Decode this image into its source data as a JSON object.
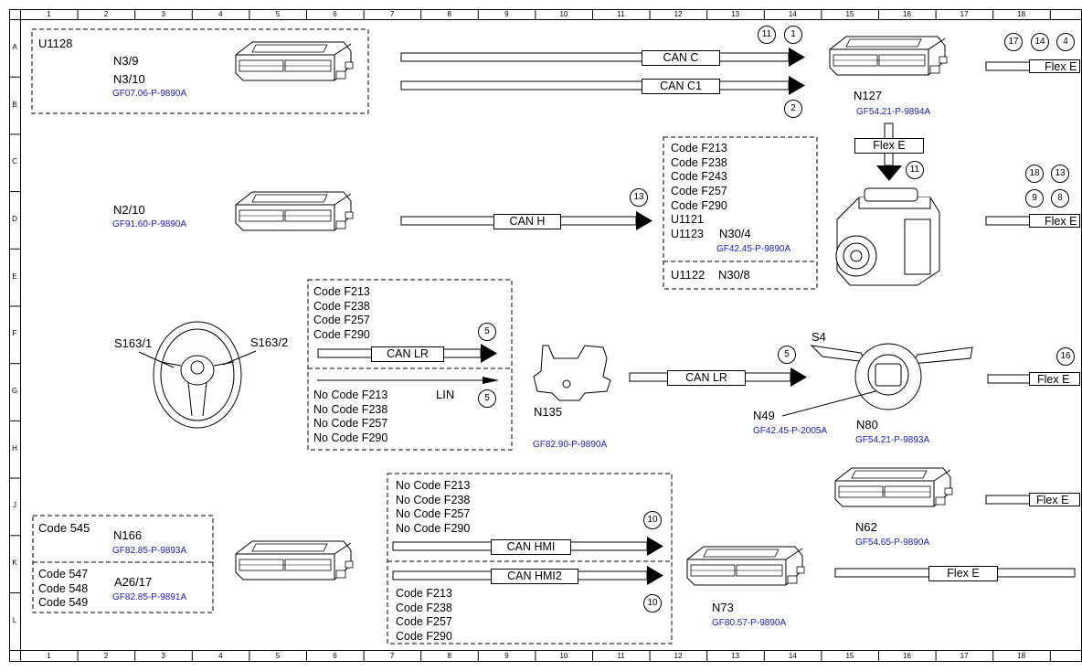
{
  "grid": {
    "columns": [
      "1",
      "2",
      "3",
      "4",
      "5",
      "6",
      "7",
      "8",
      "9",
      "10",
      "11",
      "12",
      "13",
      "14",
      "15",
      "16",
      "17",
      "18"
    ],
    "rows": [
      "A",
      "B",
      "C",
      "D",
      "E",
      "F",
      "G",
      "H",
      "J",
      "K",
      "L"
    ]
  },
  "blocks": {
    "u1128": {
      "title": "U1128",
      "label1": "N3/9",
      "label2": "N3/10",
      "ref": "GF07.06-P-9890A"
    },
    "n2_10": {
      "label": "N2/10",
      "ref": "GF91.60-P-9890A"
    },
    "n30": {
      "codes": [
        "Code F213",
        "Code F238",
        "Code F243",
        "Code F257",
        "Code F290",
        "U1121",
        "U1123"
      ],
      "label": "N30/4",
      "ref": "GF42.45-P-9890A",
      "bottom_code": "U1122",
      "bottom_label": "N30/8"
    },
    "n127": {
      "label": "N127",
      "ref": "GF54.21-P-9894A"
    },
    "steering": {
      "left": "S163/1",
      "right": "S163/2"
    },
    "can_lr_box": {
      "codes_top": [
        "Code F213",
        "Code F238",
        "Code F257",
        "Code F290"
      ],
      "codes_bottom": [
        "No Code F213",
        "No Code F238",
        "No Code F257",
        "No Code F290"
      ],
      "lin": "LIN"
    },
    "n135": {
      "label": "N135",
      "ref": "GF82.90-P-9890A"
    },
    "s4": {
      "label": "S4",
      "n49": "N49",
      "n49_ref": "GF42.45-P-2005A",
      "n80": "N80",
      "n80_ref": "GF54.21-P-9893A"
    },
    "n62": {
      "label": "N62",
      "ref": "GF54.65-P-9890A"
    },
    "n166": {
      "code": "Code 545",
      "label": "N166",
      "ref": "GF82.85-P-9893A"
    },
    "a26": {
      "codes": [
        "Code 547",
        "Code 548",
        "Code 549"
      ],
      "label": "A26/17",
      "ref": "GF82.85-P-9891A"
    },
    "hmi": {
      "codes_top": [
        "No Code F213",
        "No Code F238",
        "No Code F257",
        "No Code F290"
      ],
      "codes_bottom": [
        "Code F213",
        "Code F238",
        "Code F257",
        "Code F290"
      ]
    },
    "n73": {
      "label": "N73",
      "ref": "GF80.57-P-9890A"
    }
  },
  "buses": {
    "can_c": "CAN C",
    "can_c1": "CAN C1",
    "can_h": "CAN H",
    "can_lr": "CAN LR",
    "can_lr2": "CAN LR",
    "can_hmi": "CAN HMI",
    "can_hmi2": "CAN HMI2",
    "flex_e": "Flex E"
  },
  "circles": {
    "c11a": "11",
    "c1": "1",
    "c2": "2",
    "c13a": "13",
    "c11b": "11",
    "c5a": "5",
    "c5b": "5",
    "c5c": "5",
    "c10a": "10",
    "c10b": "10",
    "c17": "17",
    "c14": "14",
    "c4": "4",
    "c18": "18",
    "c13b": "13",
    "c9": "9",
    "c8": "8",
    "c16": "16"
  },
  "colors": {
    "line": "#000000",
    "ref": "#1a1acc"
  }
}
